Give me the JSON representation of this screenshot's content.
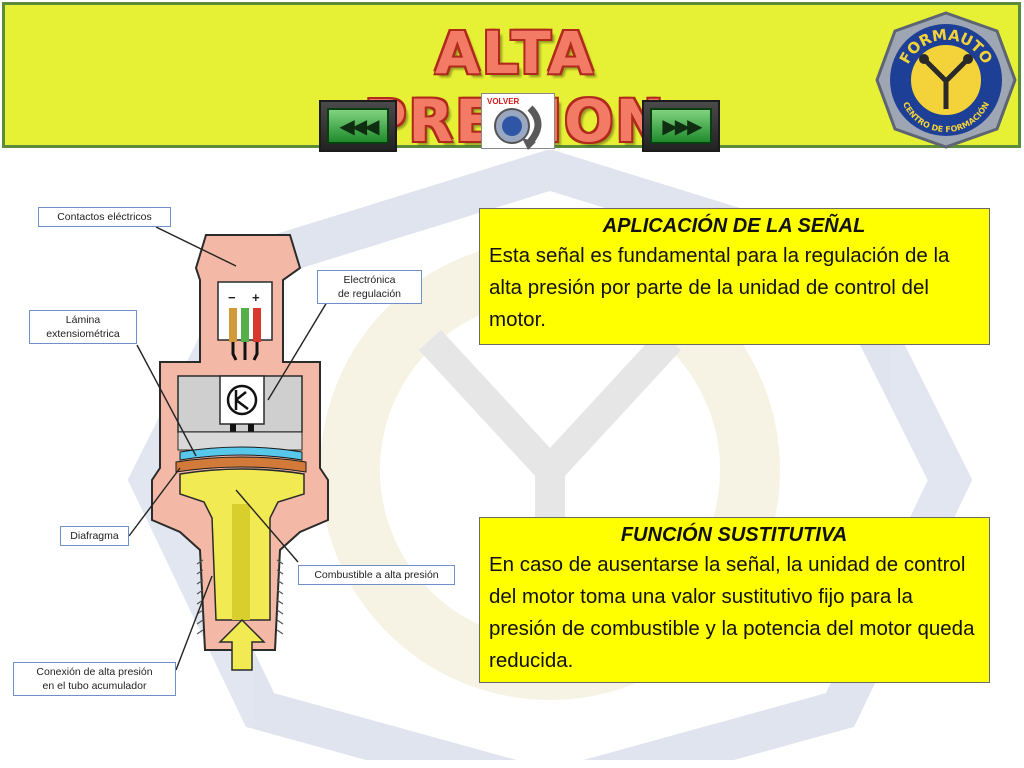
{
  "header": {
    "title": "ALTA PRESION",
    "back_icon": "triple-left-arrow",
    "forward_icon": "triple-right-arrow",
    "volver_label": "VOLVER",
    "logo_text_top": "FORMAUTO",
    "logo_text_bottom": "CENTRO DE FORMACIÓN"
  },
  "diagram": {
    "labels": {
      "contactos": "Contactos eléctricos",
      "electronica_line1": "Electrónica",
      "electronica_line2": "de regulación",
      "lamina_line1": "Lámina",
      "lamina_line2": "extensiométrica",
      "diafragma": "Diafragma",
      "combustible": "Combustible a alta presión",
      "conexion_line1": "Conexión de alta presión",
      "conexion_line2": "en el tubo acumulador"
    },
    "terminal_minus": "−",
    "terminal_plus": "+"
  },
  "boxes": {
    "aplicacion": {
      "title": "APLICACIÓN DE LA SEÑAL",
      "text": "Esta señal es fundamental para la regulación de la alta presión por parte de la unidad de control del motor."
    },
    "funcion": {
      "title": "FUNCIÓN SUSTITUTIVA",
      "text": "En caso de ausentarse la señal, la unidad de control del motor toma una valor sustitutivo fijo para la presión de combustible y la potencia del motor queda reducida."
    }
  },
  "colors": {
    "header_bg": "#e6f034",
    "title_fill": "#f37b66",
    "box_bg": "#ffff00",
    "sensor_body": "#f3b9a6",
    "fuel_yellow": "#f2ea52"
  }
}
